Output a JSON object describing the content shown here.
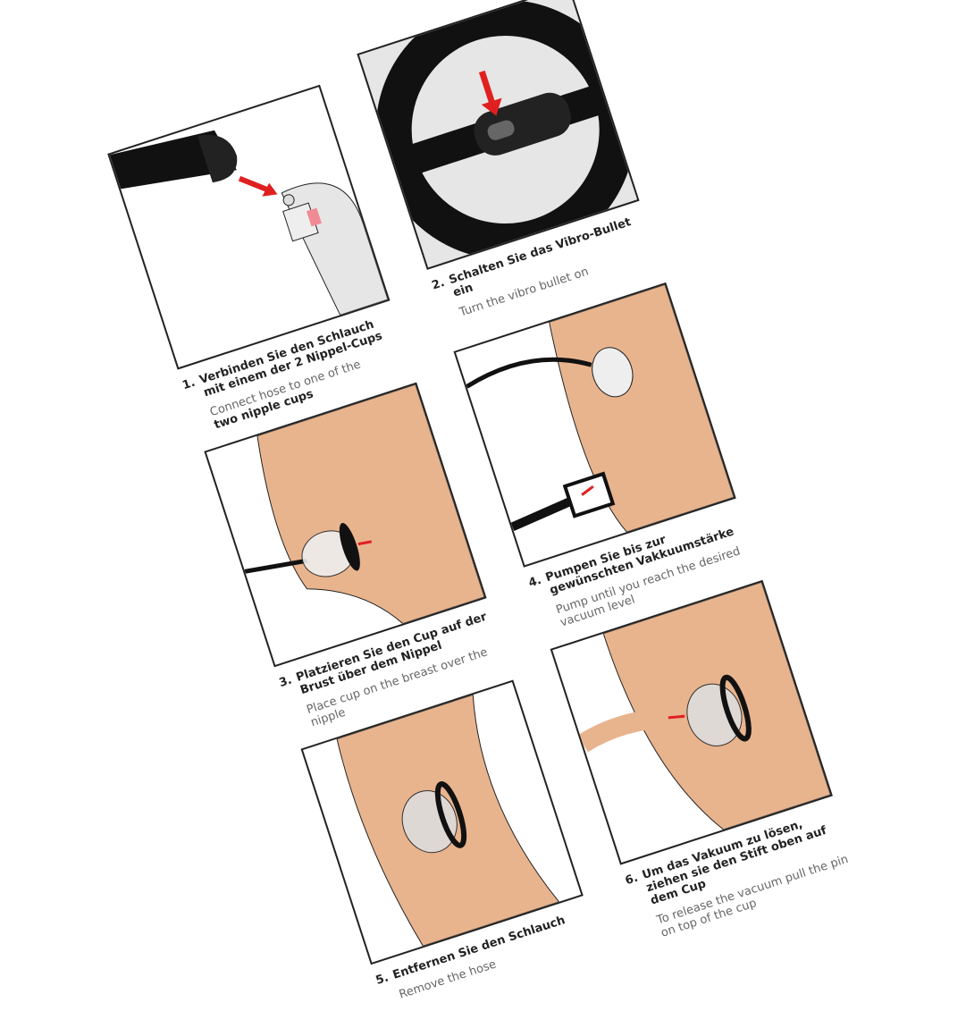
{
  "steps": [
    {
      "number": "1.",
      "de": "Verbinden Sie den Schlauch mit einem der 2 Nippel-Cups",
      "en": "Connect hose to one of the",
      "en_bold": "two nipple cups"
    },
    {
      "number": "2.",
      "de": "Schalten Sie das Vibro-Bullet ein",
      "en": "Turn the vibro bullet on"
    },
    {
      "number": "3.",
      "de": "Platzieren Sie den Cup auf der Brust über dem Nippel",
      "en": "Place cup on the breast over the nipple"
    },
    {
      "number": "4.",
      "de": "Pumpen Sie bis zur gewünschten Vakkuumstärke",
      "en": "Pump until you reach the desired vacuum level"
    },
    {
      "number": "5.",
      "de": "Entfernen Sie den Schlauch",
      "en": "Remove the hose"
    },
    {
      "number": "6.",
      "de": "Um das Vakuum zu lösen, ziehen sie den Stift oben auf dem Cup",
      "en": "To release the vacuum pull the pin on top of the cup"
    }
  ],
  "colors": {
    "skin": "#e8b48e",
    "arrow": "#e02020",
    "ink": "#222222",
    "grey": "#e6e6e6"
  }
}
